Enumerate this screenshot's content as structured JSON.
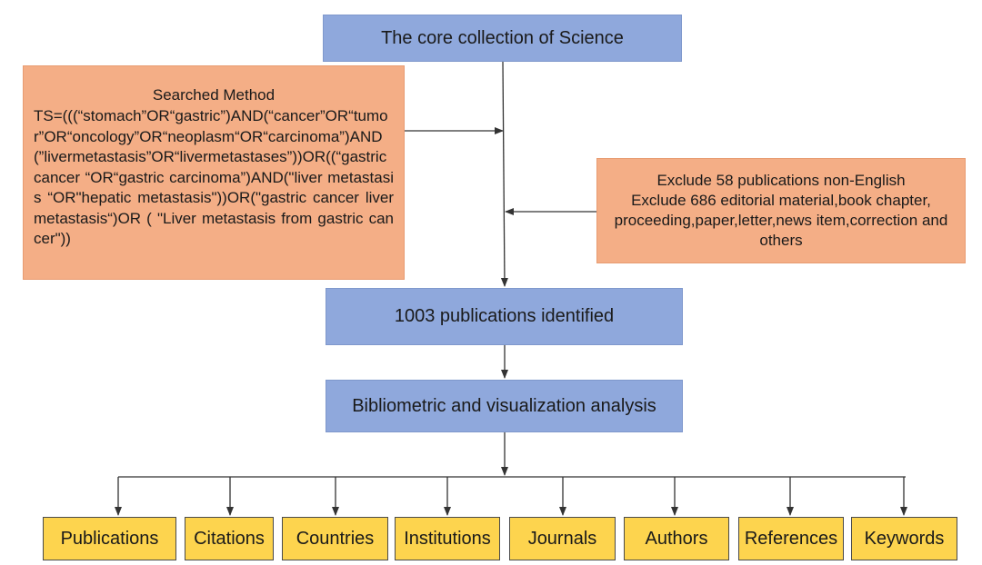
{
  "core_collection": "The core collection of Science",
  "search": {
    "heading": "Searched Method",
    "query": "TS=(((“stomach”OR“gastric”)AND(“cancer”OR“tumor”OR“oncology”OR“neoplasm“OR“carcinoma”)AND(”livermetastasis”OR“livermetastases”))OR((“gastric cancer “OR“gastric carcinoma”)AND(\"liver metastasis “OR\"hepatic metastasis\"))OR(\"gastric cancer liver metastasis“)OR ( \"Liver metastasis from gastric cancer\"))"
  },
  "exclude": {
    "line1": "Exclude 58 publications non-English",
    "line2": "Exclude 686 editorial material,book chapter, proceeding,paper,letter,news item,correction and others"
  },
  "identified": "1003 publications identified",
  "analysis": "Bibliometric and visualization analysis",
  "categories": [
    "Publications",
    "Citations",
    "Countries",
    "Institutions",
    "Journals",
    "Authors",
    "References",
    "Keywords"
  ],
  "colors": {
    "blue": "#8fa8dc",
    "orange": "#f4ae86",
    "yellow": "#fdd44e"
  }
}
